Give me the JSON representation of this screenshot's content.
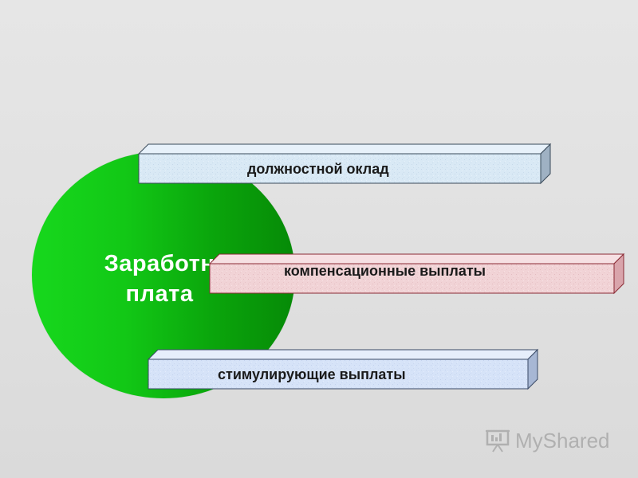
{
  "center": {
    "line1": "Заработн",
    "line2": "плата",
    "color": "#12c816"
  },
  "items": [
    {
      "label": "должностной оклад",
      "color": "#d8e8f4"
    },
    {
      "label": "компенсационные выплаты",
      "color": "#f0d0d4"
    },
    {
      "label": "стимулирующие выплаты",
      "color": "#d4e2f8"
    }
  ],
  "logo": {
    "text": "MyShared",
    "icon": "presentation-board-icon"
  }
}
